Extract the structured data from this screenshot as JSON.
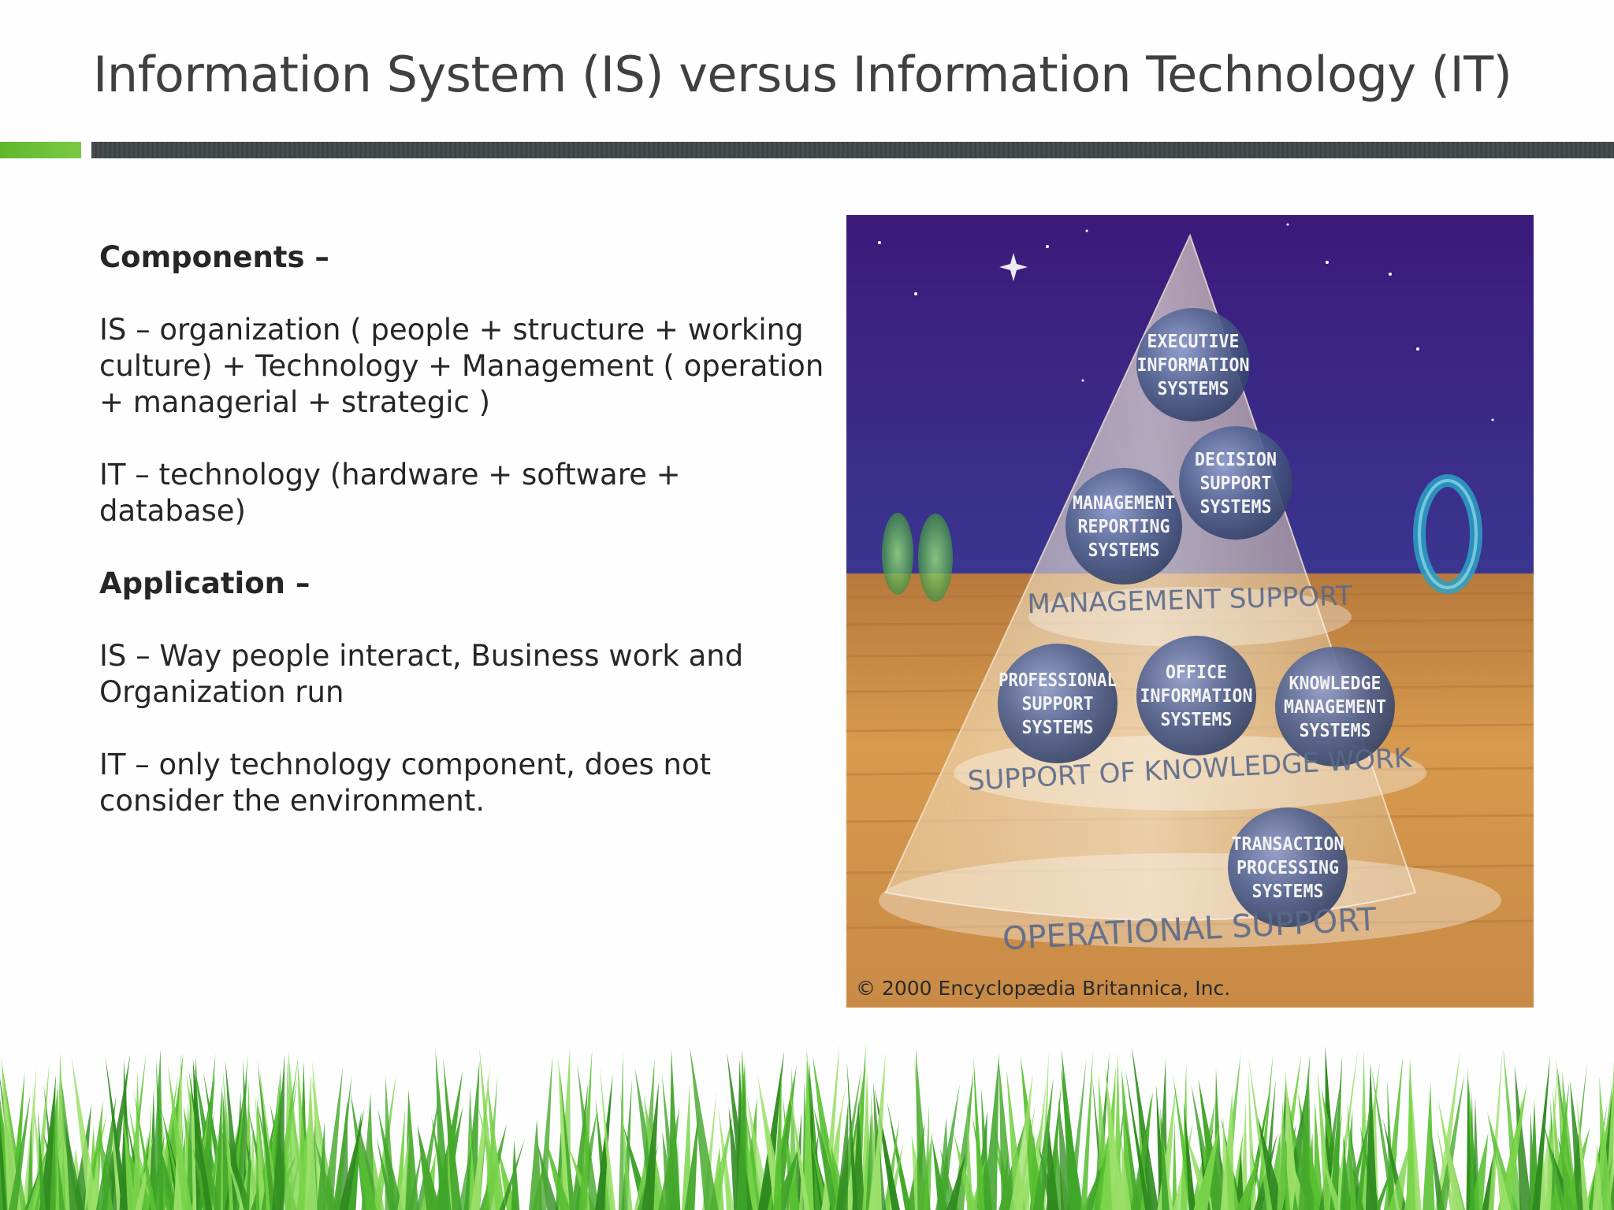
{
  "slide": {
    "title": "Information System (IS) versus Information Technology (IT)",
    "paragraphs": [
      {
        "text": "Components –",
        "bold": true
      },
      {
        "text": "",
        "bold": false
      },
      {
        "text": "IS – organization ( people + structure + working culture) + Technology + Management ( operation + managerial + strategic )",
        "bold": false
      },
      {
        "text": "",
        "bold": false
      },
      {
        "text": "IT – technology (hardware + software + database)",
        "bold": false
      },
      {
        "text": "",
        "bold": false
      },
      {
        "text": "Application –",
        "bold": true
      },
      {
        "text": "",
        "bold": false
      },
      {
        "text": "IS – Way people interact, Business work and Organization run",
        "bold": false
      },
      {
        "text": "",
        "bold": false
      },
      {
        "text": "IT – only technology component, does not consider the environment.",
        "bold": false
      }
    ]
  },
  "figure": {
    "spheres": [
      {
        "lines": [
          "EXECUTIVE",
          "INFORMATION",
          "SYSTEMS"
        ]
      },
      {
        "lines": [
          "DECISION",
          "SUPPORT",
          "SYSTEMS"
        ]
      },
      {
        "lines": [
          "MANAGEMENT",
          "REPORTING",
          "SYSTEMS"
        ]
      },
      {
        "lines": [
          "PROFESSIONAL",
          "SUPPORT",
          "SYSTEMS"
        ]
      },
      {
        "lines": [
          "OFFICE",
          "INFORMATION",
          "SYSTEMS"
        ]
      },
      {
        "lines": [
          "KNOWLEDGE",
          "MANAGEMENT",
          "SYSTEMS"
        ]
      },
      {
        "lines": [
          "TRANSACTION",
          "PROCESSING",
          "SYSTEMS"
        ]
      }
    ],
    "bands": [
      "MANAGEMENT SUPPORT",
      "SUPPORT OF KNOWLEDGE WORK",
      "OPERATIONAL SUPPORT"
    ],
    "copyright": "© 2000 Encyclopædia Britannica, Inc."
  },
  "colors": {
    "title": "#404040",
    "text": "#262626",
    "accent_green": "#6cbf36",
    "bar_dark": "#43474a",
    "sky_top": "#3b1a7a",
    "sky_bottom": "#3c5fa8",
    "sand": "#d79a4e"
  }
}
